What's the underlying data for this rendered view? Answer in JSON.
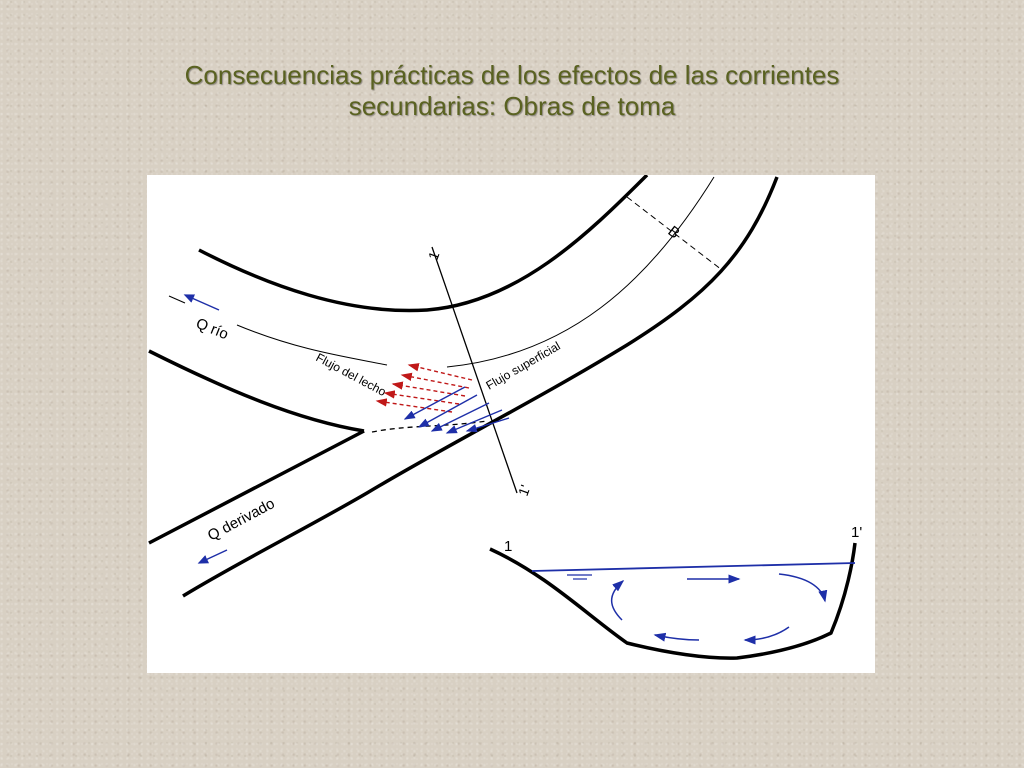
{
  "title": {
    "line1": "Consecuencias prácticas de los efectos de las corrientes",
    "line2": "secundarias: Obras de toma"
  },
  "diagram": {
    "labels": {
      "q_rio": "Q río",
      "q_derivado": "Q derivado",
      "flujo_lecho": "Flujo del lecho",
      "flujo_superficial": "Flujo superficial",
      "width_b": "B",
      "section_1_top": "1",
      "section_1p_bottom": "1'",
      "cross_1": "1",
      "cross_1p": "1'"
    },
    "colors": {
      "bed_flow_arrows": "#c01818",
      "surface_flow_arrows": "#1e2fa8",
      "circulation_arrows": "#1e2fa8",
      "water_surface": "#1e2fa8",
      "channel_lines": "#000000"
    }
  }
}
